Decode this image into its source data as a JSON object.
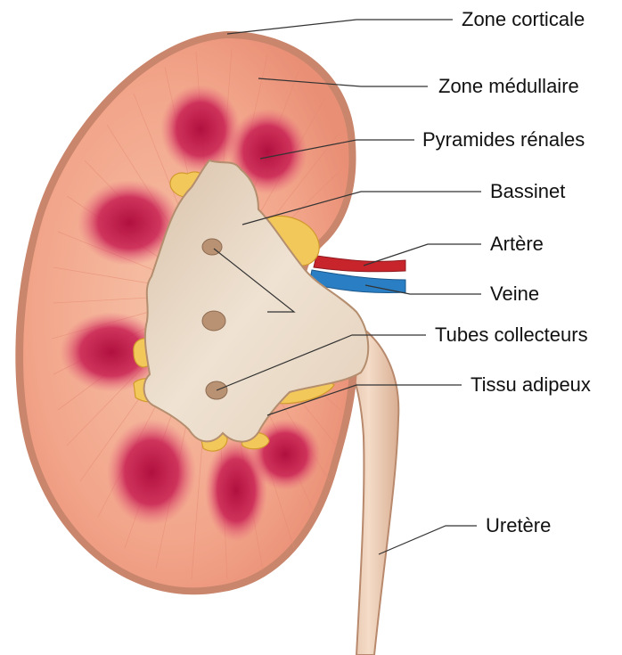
{
  "labels": {
    "zone_corticale": "Zone corticale",
    "zone_medullaire": "Zone médullaire",
    "pyramides_renales": "Pyramides rénales",
    "bassinet": "Bassinet",
    "artere": "Artère",
    "veine": "Veine",
    "tubes_collecteurs": "Tubes collecteurs",
    "tissu_adipeux": "Tissu adipeux",
    "uretere": "Uretère"
  },
  "colors": {
    "capsule": "#c9866c",
    "cortex": "#f2a98f",
    "pyramid": "#c0194a",
    "pelvis": "#e6d3bd",
    "fat": "#f3c85a",
    "artery": "#c8242c",
    "vein": "#2a7fc4",
    "ureter": "#ebc9b0"
  }
}
